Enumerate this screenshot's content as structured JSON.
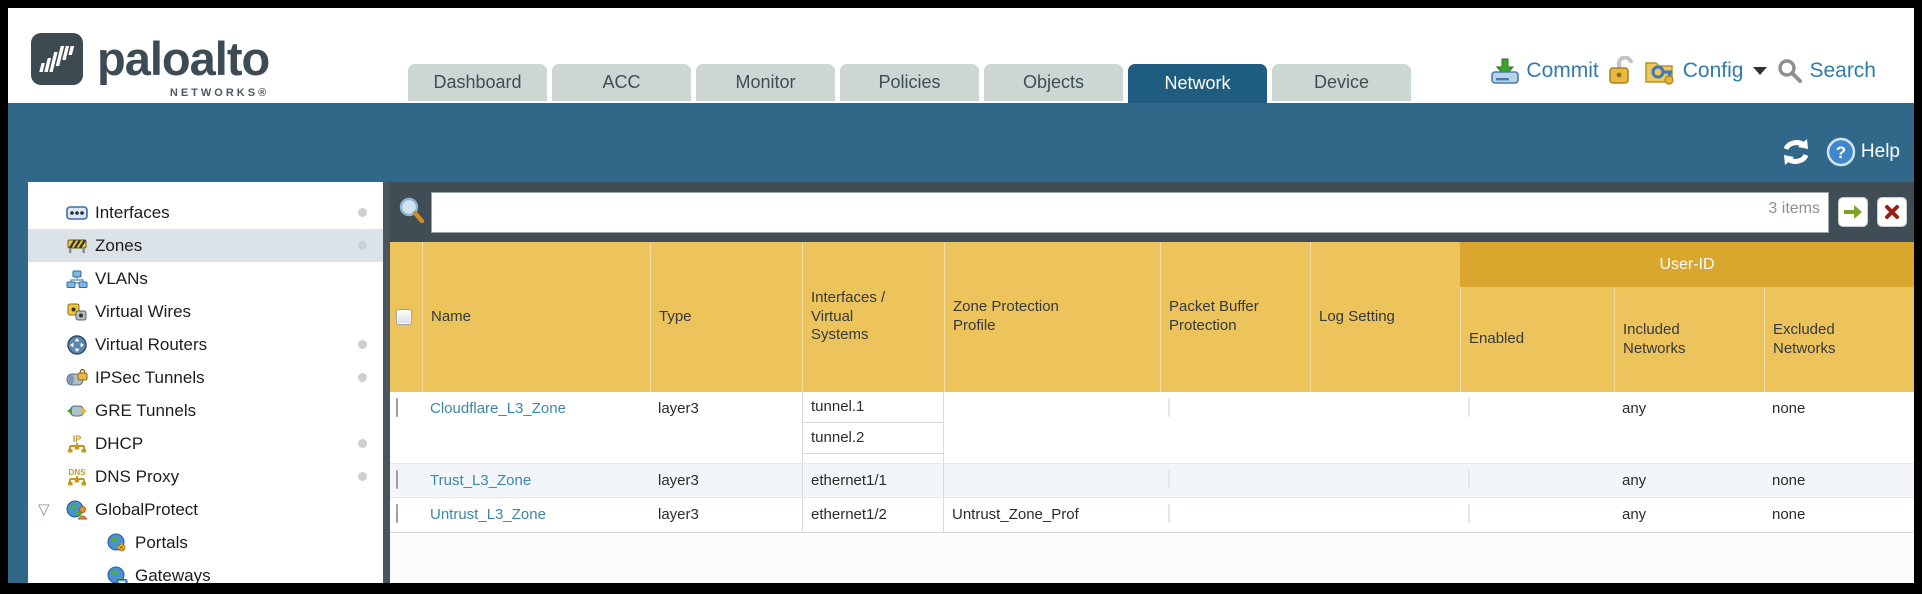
{
  "header": {
    "brand": "paloalto",
    "brand_sub": "NETWORKS®",
    "tabs": [
      {
        "label": "Dashboard",
        "active": false
      },
      {
        "label": "ACC",
        "active": false
      },
      {
        "label": "Monitor",
        "active": false
      },
      {
        "label": "Policies",
        "active": false
      },
      {
        "label": "Objects",
        "active": false
      },
      {
        "label": "Network",
        "active": true
      },
      {
        "label": "Device",
        "active": false
      }
    ],
    "utilities": {
      "commit": "Commit",
      "config": "Config",
      "search": "Search"
    }
  },
  "toolbar": {
    "help": "Help"
  },
  "sidebar": {
    "items": [
      {
        "label": "Interfaces"
      },
      {
        "label": "Zones"
      },
      {
        "label": "VLANs"
      },
      {
        "label": "Virtual Wires"
      },
      {
        "label": "Virtual Routers"
      },
      {
        "label": "IPSec Tunnels"
      },
      {
        "label": "GRE Tunnels"
      },
      {
        "label": "DHCP"
      },
      {
        "label": "DNS Proxy"
      },
      {
        "label": "GlobalProtect"
      },
      {
        "label": "Portals"
      },
      {
        "label": "Gateways"
      }
    ]
  },
  "filter": {
    "value": "",
    "count": "3 items"
  },
  "table": {
    "group_header": "User-ID",
    "columns": [
      "Name",
      "Type",
      "Interfaces / Virtual Systems",
      "Zone Protection Profile",
      "Packet Buffer Protection",
      "Log Setting",
      "Enabled",
      "Included Networks",
      "Excluded Networks"
    ],
    "rows": [
      {
        "name": "Cloudflare_L3_Zone",
        "type": "layer3",
        "interfaces": [
          "tunnel.1",
          "tunnel.2"
        ],
        "zone_protection_profile": "",
        "log_setting": "",
        "included_networks": "any",
        "excluded_networks": "none"
      },
      {
        "name": "Trust_L3_Zone",
        "type": "layer3",
        "interfaces": [
          "ethernet1/1"
        ],
        "zone_protection_profile": "",
        "log_setting": "",
        "included_networks": "any",
        "excluded_networks": "none"
      },
      {
        "name": "Untrust_L3_Zone",
        "type": "layer3",
        "interfaces": [
          "ethernet1/2"
        ],
        "zone_protection_profile": "Untrust_Zone_Prof",
        "log_setting": "",
        "included_networks": "any",
        "excluded_networks": "none"
      }
    ]
  },
  "icons": {
    "logo": "paloalto-wave-icon",
    "commit": "commit-icon",
    "lock": "unlocked-padlock-icon",
    "config": "config-folder-key-icon",
    "search": "search-icon",
    "refresh": "refresh-icon",
    "help": "help-question-icon",
    "filter": "magnifier-icon",
    "apply_filter": "green-arrow-icon",
    "clear_filter": "red-x-icon"
  },
  "colors": {
    "band_teal": "#31688a",
    "active_tab": "#1e5c80",
    "inactive_tab": "#ccd6d3",
    "filter_slate": "#414d55",
    "header_gold": "#edc45c",
    "userid_gold": "#d9a62e",
    "link_blue": "#3a87ad",
    "util_blue": "#2e7cab"
  }
}
